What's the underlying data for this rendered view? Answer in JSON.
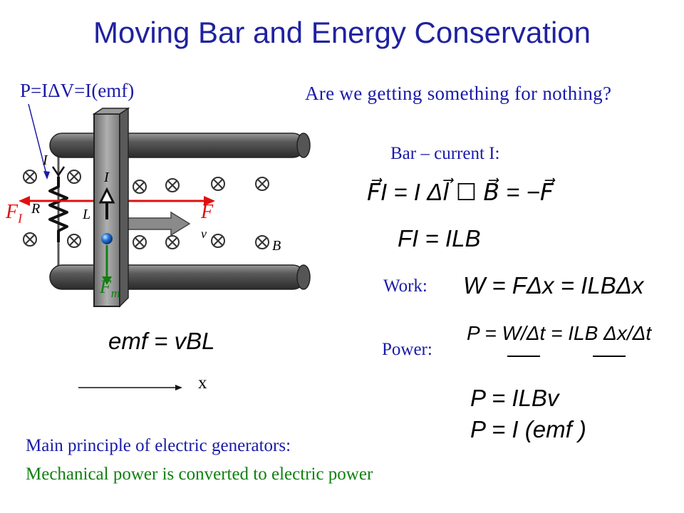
{
  "title": "Moving Bar and Energy Conservation",
  "colors": {
    "title": "#1f22a0",
    "text": "#1a1aa8",
    "green": "#108010",
    "red": "#e01010",
    "black": "#000000"
  },
  "left": {
    "power_relation": "P=IΔV=I(emf)",
    "force_I": "F",
    "force_I_sub": "I",
    "force_F": "F",
    "force_m": "F",
    "force_m_sub": "m",
    "diagram_labels": {
      "I_top": "I",
      "I_bar": "I",
      "R": "R",
      "L": "L",
      "v": "v",
      "B": "B"
    },
    "emf_eq": "emf = vBL",
    "x_axis": "x"
  },
  "right": {
    "question": "Are we getting something for nothing?",
    "bar_current": "Bar – current I:",
    "eq_force": "F⃗I = I Δl⃗ ☐ B⃗ = −F⃗",
    "eq_force2": "FI = ILB",
    "work_label": "Work:",
    "work_eq": "W = FΔx = ILBΔx",
    "power_label": "Power:",
    "power_eq": "P = W/Δt = ILB Δx/Δt",
    "power_eq2": "P = ILBv",
    "power_eq3": "P = I (emf )"
  },
  "bottom": {
    "principle": "Main principle of electric generators:",
    "mechanical": "Mechanical power is converted to electric power"
  }
}
